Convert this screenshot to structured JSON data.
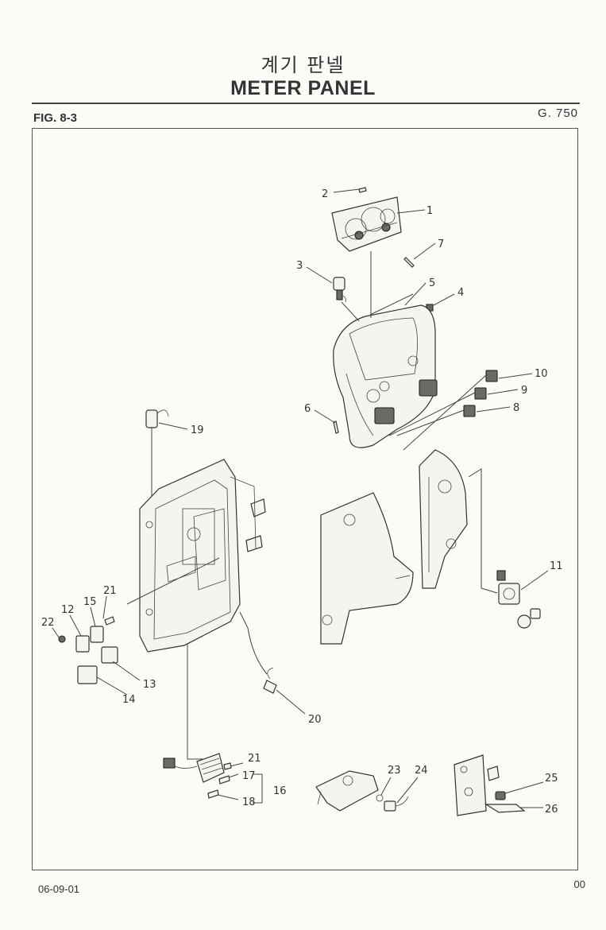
{
  "header": {
    "title_ko": "계기 판넬",
    "title_en": "METER PANEL",
    "figure": "FIG. 8-3",
    "model": "G. 750"
  },
  "footer": {
    "date": "06-09-01",
    "page": "00"
  },
  "callouts": {
    "c1": "1",
    "c2": "2",
    "c3": "3",
    "c4": "4",
    "c5": "5",
    "c6": "6",
    "c7": "7",
    "c8": "8",
    "c9": "9",
    "c10": "10",
    "c11": "11",
    "c12": "12",
    "c13": "13",
    "c14": "14",
    "c15": "15",
    "c16": "16",
    "c17": "17",
    "c18": "18",
    "c19": "19",
    "c20": "20",
    "c21a": "21",
    "c21b": "21",
    "c22": "22",
    "c23": "23",
    "c24": "24",
    "c25": "25",
    "c26": "26"
  }
}
